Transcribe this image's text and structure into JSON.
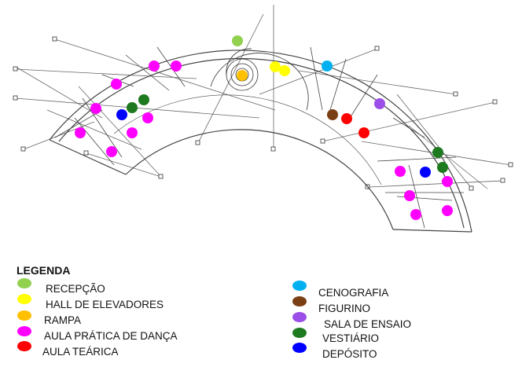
{
  "legend": {
    "title": "LEGENDA",
    "items": [
      {
        "key": "recepcao",
        "label": "RECEPÇÃO",
        "color": "#92d050"
      },
      {
        "key": "hall",
        "label": "HALL DE ELEVADORES",
        "color": "#ffff00"
      },
      {
        "key": "rampa",
        "label": "RAMPA",
        "color": "#ffc000"
      },
      {
        "key": "danca",
        "label": "AULA PRÁTICA DE DANÇA",
        "color": "#ff00ff"
      },
      {
        "key": "teorica",
        "label": "AULA TEÁRICA",
        "color": "#ff0000"
      },
      {
        "key": "cenografia",
        "label": "CENOGRAFIA",
        "color": "#00b0f0"
      },
      {
        "key": "figurino",
        "label": "FIGURINO",
        "color": "#7b3f14"
      },
      {
        "key": "ensaio",
        "label": "SALA DE ENSAIO",
        "color": "#9b4fe8"
      },
      {
        "key": "vestiario",
        "label": "VESTIÁRIO",
        "color": "#1e7a1e"
      },
      {
        "key": "deposito",
        "label": "DEPÓSITO",
        "color": "#0000ff"
      }
    ]
  },
  "plan": {
    "markers": [
      {
        "type": "recepcao"
      },
      {
        "type": "hall"
      },
      {
        "type": "rampa"
      },
      {
        "type": "cenografia"
      },
      {
        "type": "hall"
      },
      {
        "type": "danca"
      },
      {
        "type": "danca"
      },
      {
        "type": "danca"
      },
      {
        "type": "danca"
      },
      {
        "type": "danca"
      },
      {
        "type": "danca"
      },
      {
        "type": "danca"
      },
      {
        "type": "danca"
      },
      {
        "type": "vestiario"
      },
      {
        "type": "vestiario"
      },
      {
        "type": "deposito"
      },
      {
        "type": "ensaio"
      },
      {
        "type": "figurino"
      },
      {
        "type": "teorica"
      },
      {
        "type": "teorica"
      },
      {
        "type": "vestiario"
      },
      {
        "type": "vestiario"
      },
      {
        "type": "deposito"
      },
      {
        "type": "danca"
      },
      {
        "type": "danca"
      },
      {
        "type": "danca"
      },
      {
        "type": "danca"
      },
      {
        "type": "danca"
      }
    ]
  }
}
